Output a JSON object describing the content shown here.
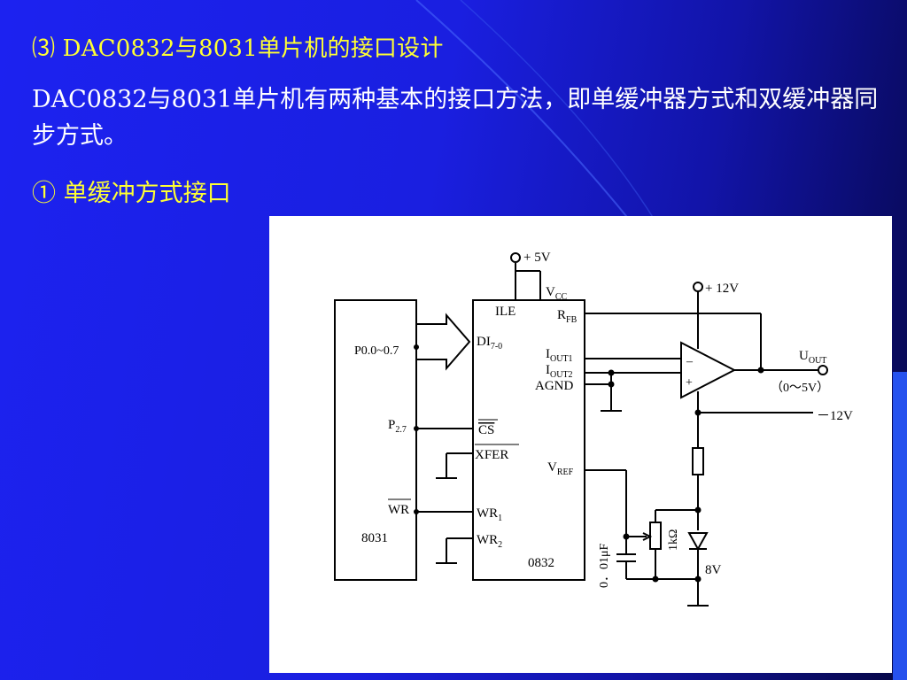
{
  "slide": {
    "heading": "⑶ DAC0832与8031单片机的接口设计",
    "body": "DAC0832与8031单片机有两种基本的接口方法，即单缓冲器方式和双缓冲器同步方式。",
    "bullet": "① 单缓冲方式接口"
  },
  "circuit": {
    "mcu_name": "8031",
    "mcu_port_label": "P0.0~0.7",
    "mcu_p27": "P",
    "mcu_p27_sub": "2.7",
    "mcu_wr": "WR",
    "dac_name": "0832",
    "dac_ile": "ILE",
    "dac_vcc": "V",
    "dac_vcc_sub": "CC",
    "dac_rfb": "R",
    "dac_rfb_sub": "FB",
    "dac_di": "DI",
    "dac_di_sub": "7-0",
    "dac_iout1": "I",
    "dac_iout1_sub": "OUT1",
    "dac_iout2": "I",
    "dac_iout2_sub": "OUT2",
    "dac_agnd": "AGND",
    "dac_cs": "CS",
    "dac_xfer": "XFER",
    "dac_vref": "V",
    "dac_vref_sub": "REF",
    "dac_wr1": "WR",
    "dac_wr1_sub": "1",
    "dac_wr2": "WR",
    "dac_wr2_sub": "2",
    "supply_5v": "+ 5V",
    "supply_pos12": "+ 12V",
    "supply_neg12": "－12V",
    "uout": "U",
    "uout_sub": "OUT",
    "out_range": "（0～5V）",
    "cap_label": "0．01μF",
    "pot_label": "1kΩ",
    "zener_label": "8V",
    "opamp_minus": "–",
    "opamp_plus": "+"
  }
}
